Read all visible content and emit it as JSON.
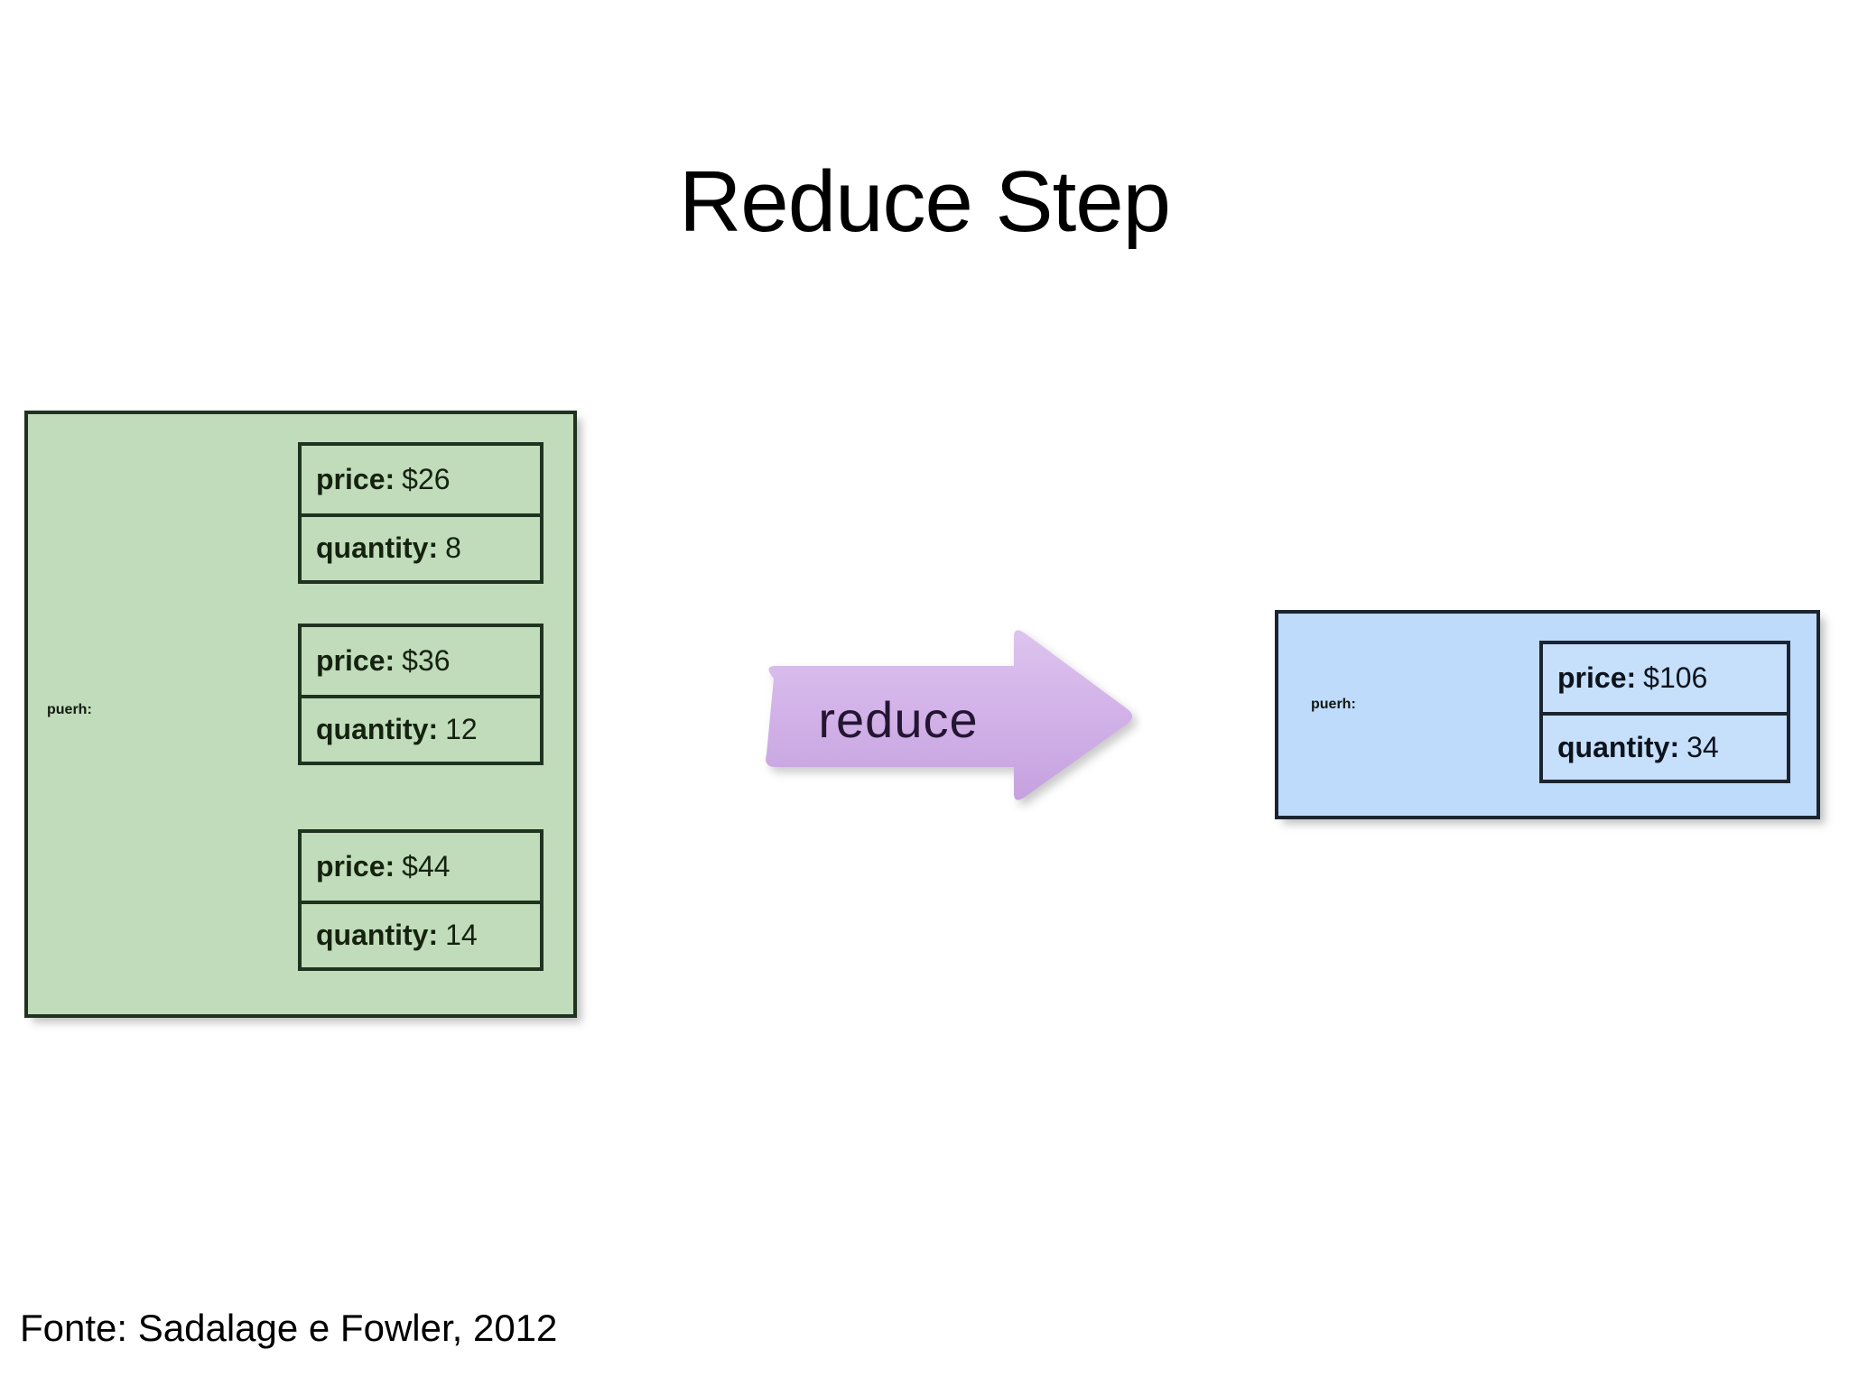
{
  "slide": {
    "title": "Reduce Step",
    "footer": "Fonte: Sadalage e Fowler, 2012"
  },
  "colors": {
    "input_fill": "#c0dcba",
    "input_border": "#1f3320",
    "output_fill": "#bfdbfb",
    "output_border": "#1b2430",
    "arrow_fill": "#cfaee5",
    "arrow_fill_light": "#ddc3ee",
    "arrow_text": "#241633",
    "background": "#ffffff",
    "text": "#000000"
  },
  "diagram": {
    "input_group": {
      "key_label": "puerh:",
      "records": [
        {
          "price_key": "price:",
          "price_value": "$26",
          "quantity_key": "quantity:",
          "quantity_value": "8"
        },
        {
          "price_key": "price:",
          "price_value": "$36",
          "quantity_key": "quantity:",
          "quantity_value": "12"
        },
        {
          "price_key": "price:",
          "price_value": "$44",
          "quantity_key": "quantity:",
          "quantity_value": "14"
        }
      ]
    },
    "arrow": {
      "label": "reduce",
      "direction": "right"
    },
    "output_group": {
      "key_label": "puerh:",
      "record": {
        "price_key": "price:",
        "price_value": "$106",
        "quantity_key": "quantity:",
        "quantity_value": "34"
      }
    }
  }
}
